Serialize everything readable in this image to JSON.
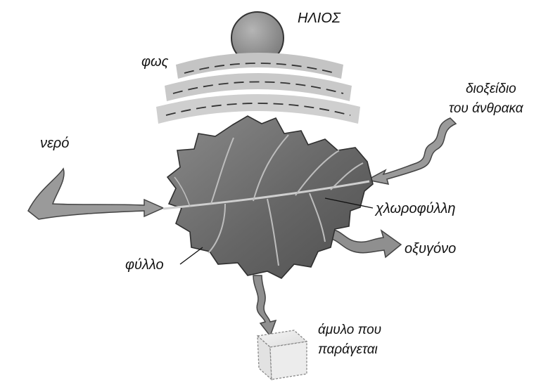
{
  "labels": {
    "sun": "ΗΛΙΟΣ",
    "light": "φως",
    "water": "νερό",
    "co2_line1": "διοξείδιο",
    "co2_line2": "του άνθρακα",
    "chlorophyll": "χλωροφύλλη",
    "oxygen": "οξυγόνο",
    "leaf": "φύλλο",
    "starch_line1": "άμυλο που",
    "starch_line2": "παράγεται"
  },
  "colors": {
    "sun_fill": "#8e8e8e",
    "leaf_fill": "#6f6f6f",
    "leaf_vein": "#c9c9c9",
    "arrow_fill": "#8a8a8a",
    "light_band": "#bdbdbd",
    "text": "#111111"
  }
}
